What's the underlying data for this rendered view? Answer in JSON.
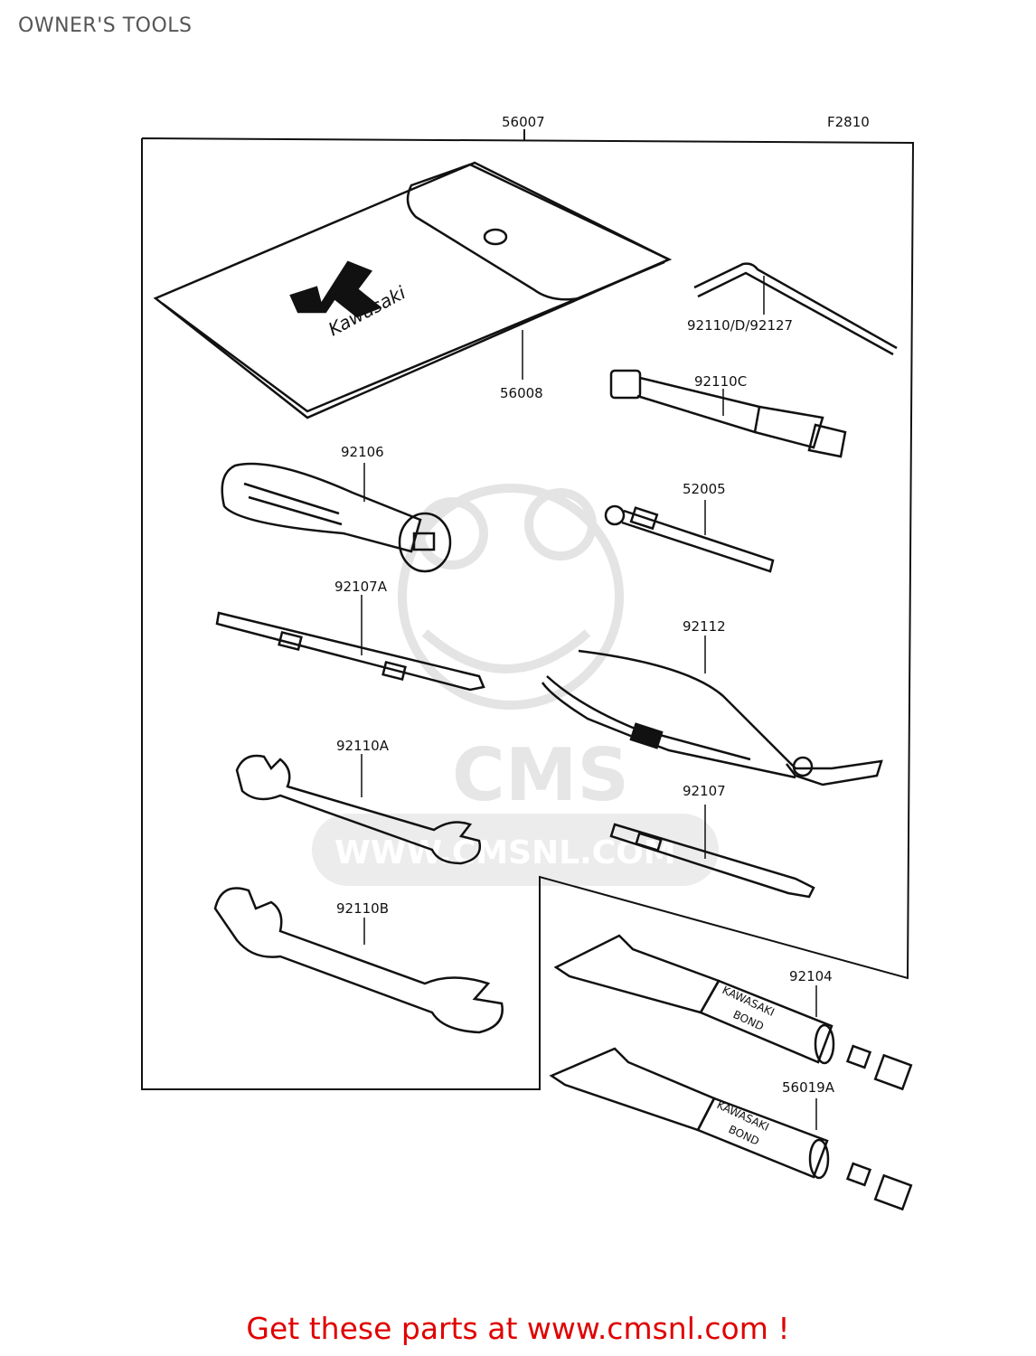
{
  "page": {
    "title": "OWNER'S TOOLS"
  },
  "figure_code": "F2810",
  "parts": {
    "kit": "56007",
    "pouch": "56008",
    "hex_key": "92110/D/92127",
    "plug_wrench": "92110C",
    "handle": "92106",
    "spoke_wrench": "52005",
    "screwdriver_double": "92107A",
    "pliers": "92112",
    "wrench_a": "92110A",
    "screwdriver": "92107",
    "wrench_b": "92110B",
    "bond_tube_1": "92104",
    "bond_tube_2": "56019A"
  },
  "pouch_logo": "Kawasaki",
  "tube_text": {
    "line1": "KAWASAKI",
    "line2": "BOND"
  },
  "watermark": {
    "logo": "CMS",
    "url": "WWW.CMSNL.COM"
  },
  "footer": {
    "text": "Get these parts at www.cmsnl.com !"
  },
  "colors": {
    "footer_red": "#e00000",
    "line": "#111111",
    "watermark": "#e6e6e6"
  }
}
